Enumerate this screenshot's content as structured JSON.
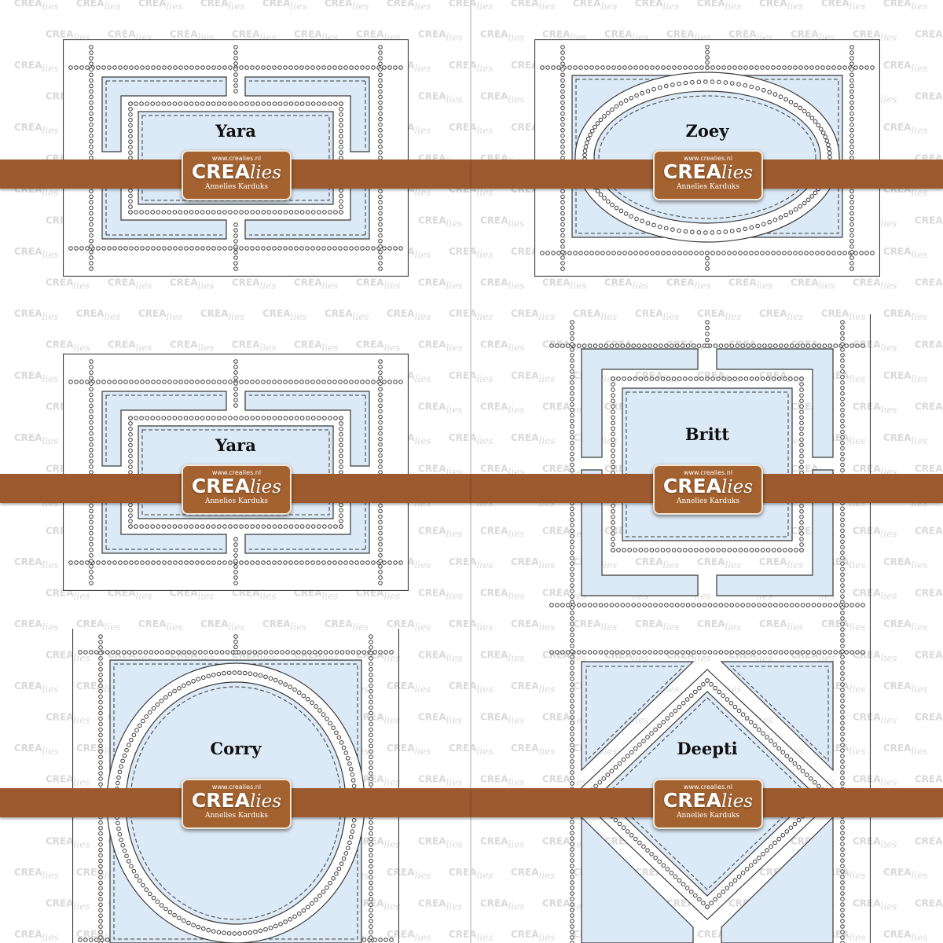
{
  "brand": {
    "url": "www.crealies.nl",
    "name_main": "CREA",
    "name_script": "lies",
    "designer": "Annelies Karduks",
    "watermark_main": "CREA",
    "watermark_script": "lies"
  },
  "colors": {
    "band": "#9c5a2e",
    "panel_fill": "#dce9f6",
    "line": "#3a3a3a"
  },
  "cards": [
    {
      "name": "Yara",
      "frame": "rect-nested",
      "position": "top-left"
    },
    {
      "name": "Zoey",
      "frame": "oval",
      "position": "top-right"
    },
    {
      "name": "Yara",
      "frame": "rect-nested",
      "position": "middle-left"
    },
    {
      "name": "Britt",
      "frame": "rect-nested-tall",
      "position": "middle-right"
    },
    {
      "name": "Corry",
      "frame": "circle",
      "position": "bottom-left"
    },
    {
      "name": "Deepti",
      "frame": "diamond",
      "position": "bottom-right"
    }
  ]
}
